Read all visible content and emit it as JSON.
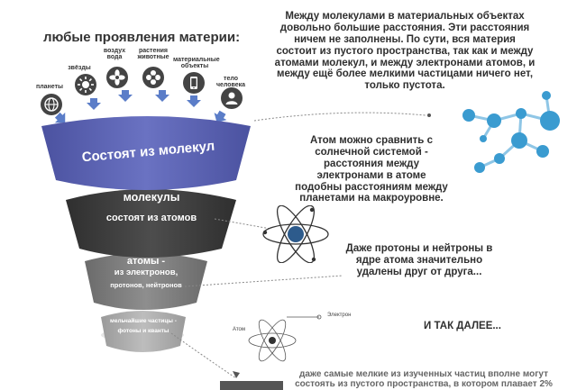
{
  "heading": "любые проявления материи:",
  "icons": [
    {
      "label": "планеты",
      "icon": "globe-icon"
    },
    {
      "label": "звёзды",
      "icon": "sun-icon"
    },
    {
      "label": "воздух вода",
      "icon": "fan-icon"
    },
    {
      "label": "растения животные",
      "icon": "flower-icon"
    },
    {
      "label": "материальные объекты",
      "icon": "phone-icon"
    },
    {
      "label": "тело человека",
      "icon": "person-icon"
    }
  ],
  "funnel": {
    "level1": "Состоят из молекул",
    "level2_line1": "молекулы",
    "level2_line2": "состоят из атомов",
    "level3_line1": "атомы -",
    "level3_line2": "из электронов,",
    "level3_line3": "протонов, нейтронов",
    "level4_line1": "мельчайшие частицы -",
    "level4_line2": "фотоны и кванты"
  },
  "texts": {
    "intro": "Между молекулами в материальных объектах довольно большие расстояния. Эти расстояния ничем не заполнены. По сути, вся материя состоит из пустого пространства, так как и между атомами молекул, и между электронами атомов, и между ещё более мелкими частицами ничего нет, только пустота.",
    "atom_compare": "Атом можно сравнить с солнечной системой - расстояния между электронами в атоме подобны расстояниям между планетами на макроуровне.",
    "protons": "Даже протоны и нейтроны в ядре атома значительно удалены друг от друга...",
    "and_so_on": "И ТАК ДАЛЕЕ...",
    "bottom": "даже самые мелкие из изученных частиц вполне могут состоять из пустого пространства, в котором плавает 2%"
  },
  "atom_diagram": {
    "electron_label": "Электрон",
    "atom_label": "Атом"
  },
  "colors": {
    "funnel_top": "#5b63b0",
    "funnel_dark": "#3f3f3f",
    "funnel_mid": "#7a7a7a",
    "funnel_light": "#a9a9a9",
    "arrow": "#5b7dc8",
    "molecule": "#3a9bd0",
    "nucleus": "#2d5b8c"
  }
}
